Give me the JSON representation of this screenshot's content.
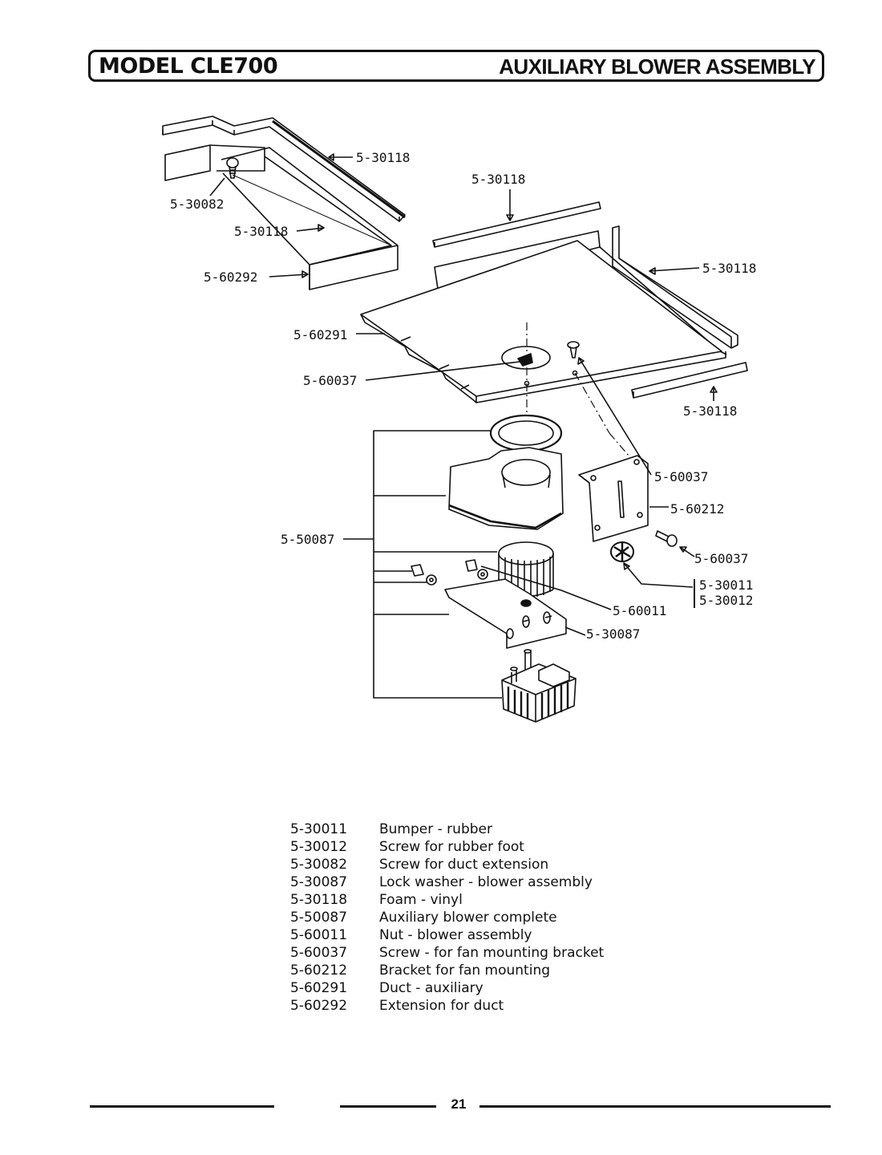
{
  "header": {
    "model": "MODEL CLE700",
    "section": "AUXILIARY BLOWER ASSEMBLY"
  },
  "callouts": {
    "c1": "5-30118",
    "c2": "5-30082",
    "c3": "5-30118",
    "c4": "5-60292",
    "c5": "5-30118",
    "c6": "5-30118",
    "c7": "5-60291",
    "c8": "5-60037",
    "c9": "5-30118",
    "c10": "5-60037",
    "c11": "5-60212",
    "c12": "5-50087",
    "c13": "5-60037",
    "c14": "5-30011",
    "c15": "5-30012",
    "c16": "5-60011",
    "c17": "5-30087"
  },
  "parts_list": [
    {
      "part": "5-30011",
      "description": "Bumper - rubber"
    },
    {
      "part": "5-30012",
      "description": "Screw for rubber foot"
    },
    {
      "part": "5-30082",
      "description": "Screw for duct extension"
    },
    {
      "part": "5-30087",
      "description": "Lock washer - blower assembly"
    },
    {
      "part": "5-30118",
      "description": "Foam - vinyl"
    },
    {
      "part": "5-50087",
      "description": "Auxiliary blower complete"
    },
    {
      "part": "5-60011",
      "description": "Nut - blower assembly"
    },
    {
      "part": "5-60037",
      "description": "Screw - for fan mounting bracket"
    },
    {
      "part": "5-60212",
      "description": "Bracket for fan mounting"
    },
    {
      "part": "5-60291",
      "description": "Duct - auxiliary"
    },
    {
      "part": "5-60292",
      "description": "Extension for duct"
    }
  ],
  "footer": {
    "page_number": "21"
  }
}
